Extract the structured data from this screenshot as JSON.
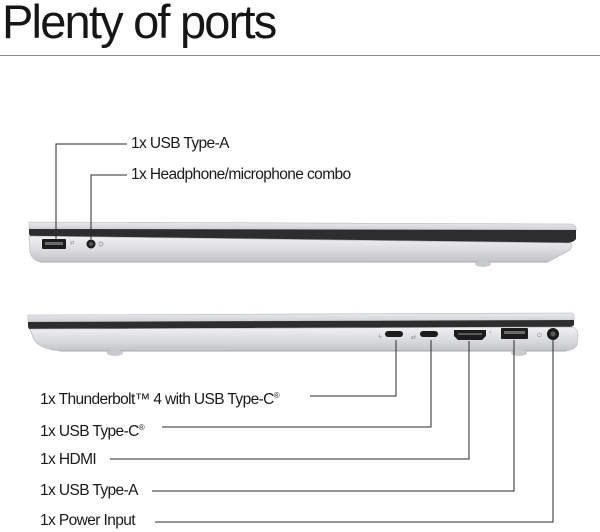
{
  "title": "Plenty of ports",
  "top_view": {
    "ports": [
      {
        "label": "1x USB Type-A",
        "icon": "usb-a-port"
      },
      {
        "label": "1x Headphone/microphone combo",
        "icon": "audio-jack-port"
      }
    ]
  },
  "bottom_view": {
    "ports": [
      {
        "label": "1x Thunderbolt™ 4 with USB Type-C",
        "mark": "®",
        "icon": "thunderbolt-port"
      },
      {
        "label": "1x USB Type-C",
        "mark": "®",
        "icon": "usb-c-port"
      },
      {
        "label": "1x HDMI",
        "icon": "hdmi-port"
      },
      {
        "label": "1x USB Type-A",
        "icon": "usb-a-port"
      },
      {
        "label": "1x Power Input",
        "icon": "power-port"
      }
    ]
  },
  "colors": {
    "chassis": "#dcdde0",
    "chassis_shadow": "#b9babd",
    "lid_seam": "#2a2a2a",
    "port": "#1c1c1c",
    "line": "#2a2a2a"
  }
}
